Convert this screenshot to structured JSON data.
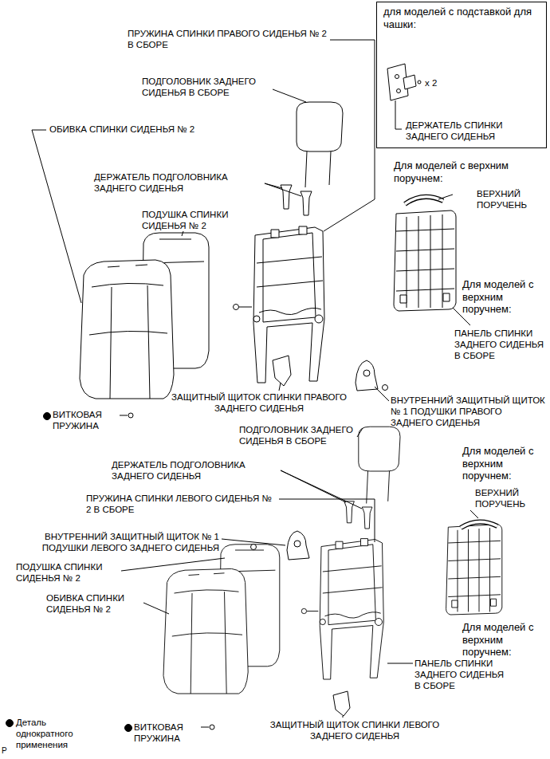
{
  "diagram": {
    "nodes": [
      {
        "text": [
          "для моделей с подставкой для чашки:",
          "x 2",
          "ДЕРЖАТЕЛЬ СПИНКИ ЗАДНЕГО СИДЕНЬЯ"
        ]
      }
    ],
    "labels": [
      "ПРУЖИНА СПИНКИ ПРАВОГО СИДЕНЬЯ № 2 В СБОРЕ",
      "ПОДГОЛОВНИК ЗАДНЕГО СИДЕНЬЯ В СБОРЕ",
      "ОБИВКА СПИНКИ СИДЕНЬЯ № 2",
      "ДЕРЖАТЕЛЬ ПОДГОЛОВНИКА ЗАДНЕГО СИДЕНЬЯ",
      "Для моделей с верхним поручнем:",
      "ВЕРХНИЙ ПОРУЧЕНЬ",
      "ПОДУШКА СПИНКИ СИДЕНЬЯ № 2",
      "Для моделей с верхним поручнем:",
      "ПАНЕЛЬ СПИНКИ ЗАДНЕГО СИДЕНЬЯ В СБОРЕ",
      "ЗАЩИТНЫЙ ЩИТОК СПИНКИ ПРАВОГО ЗАДНЕГО СИДЕНЬЯ",
      "ВНУТРЕННИЙ ЗАЩИТНЫЙ ЩИТОК № 1 ПОДУШКИ ПРАВОГО ЗАДНЕГО СИДЕНЬЯ",
      "ВИТКОВАЯ ПРУЖИНА",
      "ПОДГОЛОВНИК ЗАДНЕГО СИДЕНЬЯ В СБОРЕ",
      "Для моделей с верхним поручнем:",
      "ДЕРЖАТЕЛЬ ПОДГОЛОВНИКА ЗАДНЕГО СИДЕНЬЯ",
      "ВЕРХНИЙ ПОРУЧЕНЬ",
      "ПРУЖИНА СПИНКИ ЛЕВОГО СИДЕНЬЯ № 2 В СБОРЕ",
      "ВНУТРЕННИЙ ЗАЩИТНЫЙ ЩИТОК № 1 ПОДУШКИ ЛЕВОГО ЗАДНЕГО СИДЕНЬЯ",
      "ПОДУШКА СПИНКИ СИДЕНЬЯ № 2",
      "ОБИВКА СПИНКИ СИДЕНЬЯ № 2",
      "Для моделей с верхним поручнем:",
      "ПАНЕЛЬ СПИНКИ ЗАДНЕГО СИДЕНЬЯ В СБОРЕ",
      "ВИТКОВАЯ ПРУЖИНА",
      "ЗАЩИТНЫЙ ЩИТОК СПИНКИ ЛЕВОГО ЗАДНЕГО СИДЕНЬЯ",
      "P"
    ],
    "legend": [
      {
        "text": "Деталь однократного применения"
      }
    ]
  }
}
